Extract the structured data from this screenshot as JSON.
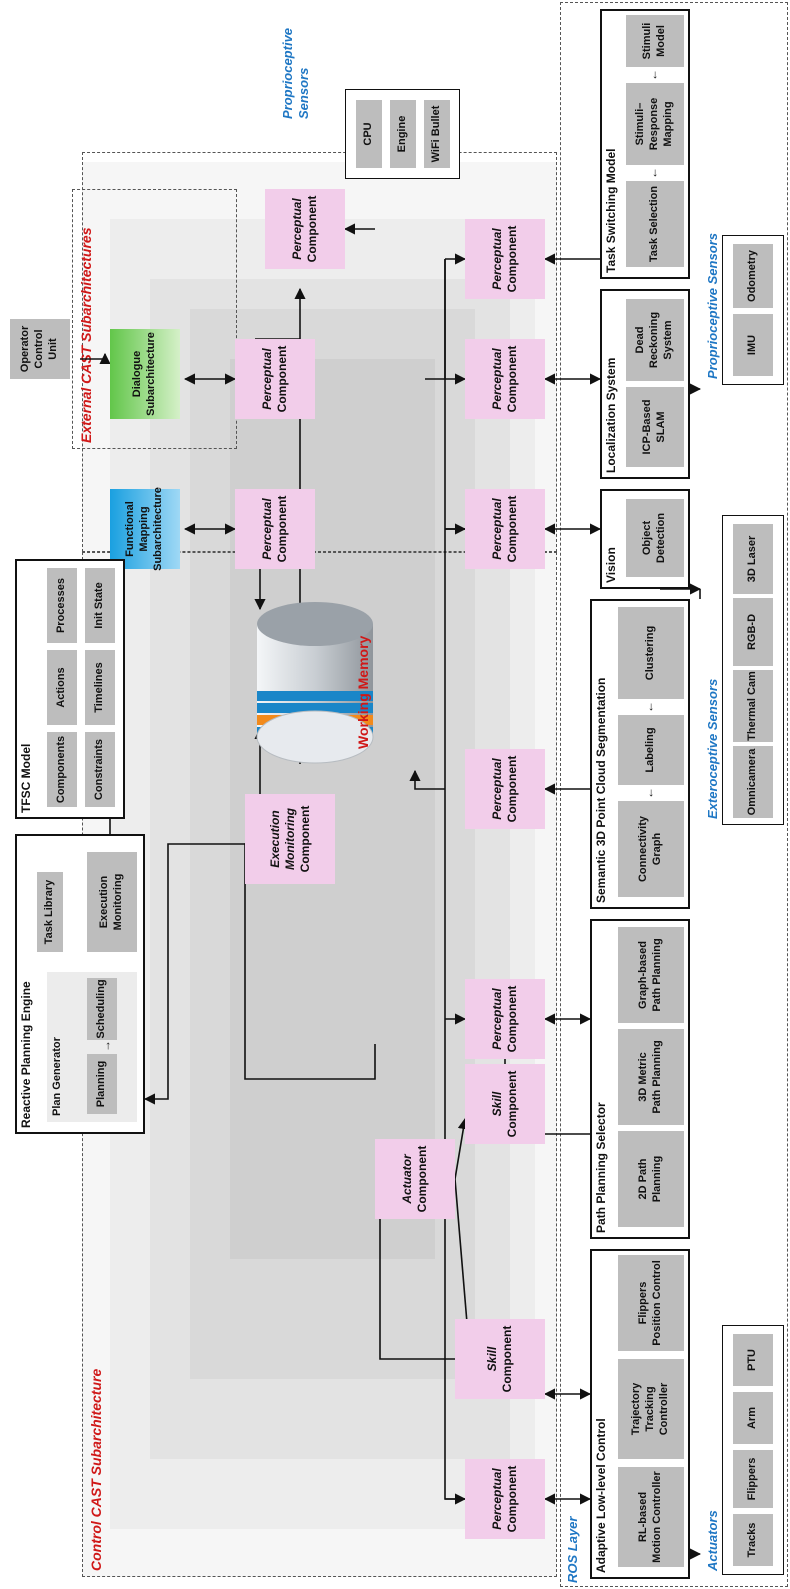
{
  "regions": {
    "control_cast": "Control CAST Subarchitecture",
    "external_cast": "External CAST Subarchitectures",
    "ros_layer": "ROS Layer"
  },
  "operator_control_unit": "Operator\nControl Unit",
  "external_subarchitectures": {
    "functional_mapping": "Functional\nMapping\nSubarchitecture",
    "dialogue": "Dialogue\nSubarchitecture"
  },
  "reactive_planning_engine": {
    "title": "Reactive Planning Engine",
    "plan_generator": "Plan Generator",
    "planning": "Planning",
    "scheduling": "Scheduling",
    "task_library": "Task Library",
    "execution_monitoring": "Execution\nMonitoring"
  },
  "tfsc_model": {
    "title": "TFSC Model",
    "cells": [
      "Components",
      "Actions",
      "Processes",
      "Constraints",
      "Timelines",
      "Init State"
    ]
  },
  "execution_monitoring_component": {
    "kind": "Execution\nMonitoring",
    "suffix": "Component"
  },
  "working_memory": {
    "label": "Working Memory",
    "colors": {
      "silver": "#c9ced3",
      "blue": "#1a86c8",
      "orange": "#f28a1b"
    }
  },
  "component_words": {
    "perceptual": "Perceptual",
    "skill": "Skill",
    "actuator": "Actuator",
    "component": "Component"
  },
  "proprioceptive_top": {
    "title": "Proprioceptive\nSensors",
    "items": [
      "CPU",
      "Engine",
      "WiFi Bullet"
    ]
  },
  "ros_panels": {
    "adaptive": {
      "title": "Adaptive Low-level Control",
      "items": [
        "RL-based\nMotion Controller",
        "Trajectory Tracking\nController",
        "Flippers\nPosition Control"
      ]
    },
    "path_planning": {
      "title": "Path Planning Selector",
      "items": [
        "2D Path\nPlanning",
        "3D Metric\nPath Planning",
        "Graph-based\nPath Planning"
      ]
    },
    "segmentation": {
      "title": "Semantic 3D Point Cloud Segmentation",
      "items": [
        "Connectivity\nGraph",
        "Labeling",
        "Clustering"
      ]
    },
    "vision": {
      "title": "Vision",
      "items": [
        "Object\nDetection"
      ]
    },
    "localization": {
      "title": "Localization System",
      "items": [
        "ICP-Based\nSLAM",
        "Dead\nReckoning\nSystem"
      ]
    },
    "task_switching": {
      "title": "Task Switching Model",
      "items": [
        "Task Selection",
        "Stimuli–\nResponse\nMapping",
        "Stimuli\nModel"
      ]
    }
  },
  "actuators": {
    "title": "Actuators",
    "items": [
      "Tracks",
      "Flippers",
      "Arm",
      "PTU"
    ]
  },
  "exteroceptive_sensors": {
    "title": "Exteroceptive  Sensors",
    "items": [
      "Omnicamera",
      "Thermal Cam",
      "RGB-D",
      "3D Laser"
    ]
  },
  "proprioceptive_bottom": {
    "title": "Proprioceptive Sensors",
    "items": [
      "IMU",
      "Odometry"
    ]
  }
}
